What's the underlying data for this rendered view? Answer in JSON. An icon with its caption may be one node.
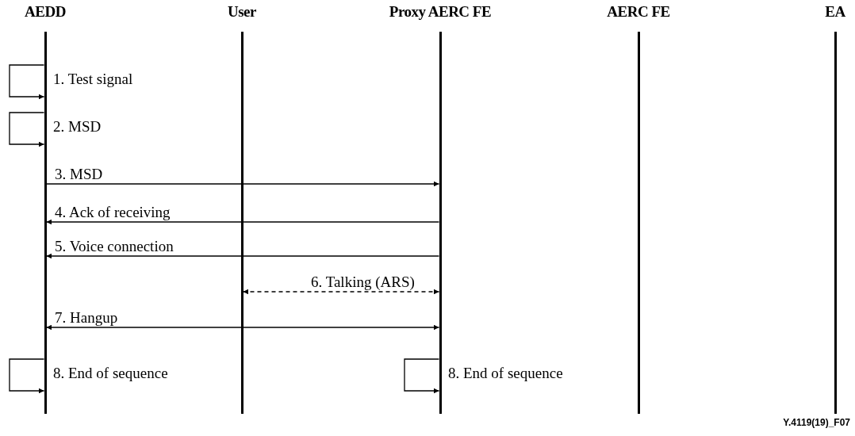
{
  "diagram": {
    "nodes": [
      {
        "text": [
          "AEDD"
        ]
      },
      {
        "text": [
          "User"
        ]
      },
      {
        "text": [
          "Proxy AERC FE"
        ]
      },
      {
        "text": [
          "AERC FE"
        ]
      },
      {
        "text": [
          "EA"
        ]
      }
    ],
    "edges": [
      {
        "from": 0,
        "to": 0,
        "label": "1. Test signal",
        "arrow": "to"
      },
      {
        "from": 0,
        "to": 0,
        "label": "2. MSD",
        "arrow": "to"
      },
      {
        "from": 0,
        "to": 2,
        "label": "3. MSD",
        "arrow": "to"
      },
      {
        "from": 2,
        "to": 0,
        "label": "4. Ack of receiving",
        "arrow": "to"
      },
      {
        "from": 2,
        "to": 0,
        "label": "5. Voice connection",
        "arrow": "to"
      },
      {
        "from": 1,
        "to": 2,
        "label": "6. Talking (ARS)",
        "arrow": "both",
        "style": "dashed"
      },
      {
        "from": 0,
        "to": 2,
        "label": "7. Hangup",
        "arrow": "both"
      },
      {
        "from": 0,
        "to": 0,
        "label": "8. End of sequence",
        "arrow": "to"
      },
      {
        "from": 2,
        "to": 2,
        "label": "8. End of sequence",
        "arrow": "to"
      }
    ],
    "labels": [
      "Y.4119(19)_F07"
    ]
  }
}
